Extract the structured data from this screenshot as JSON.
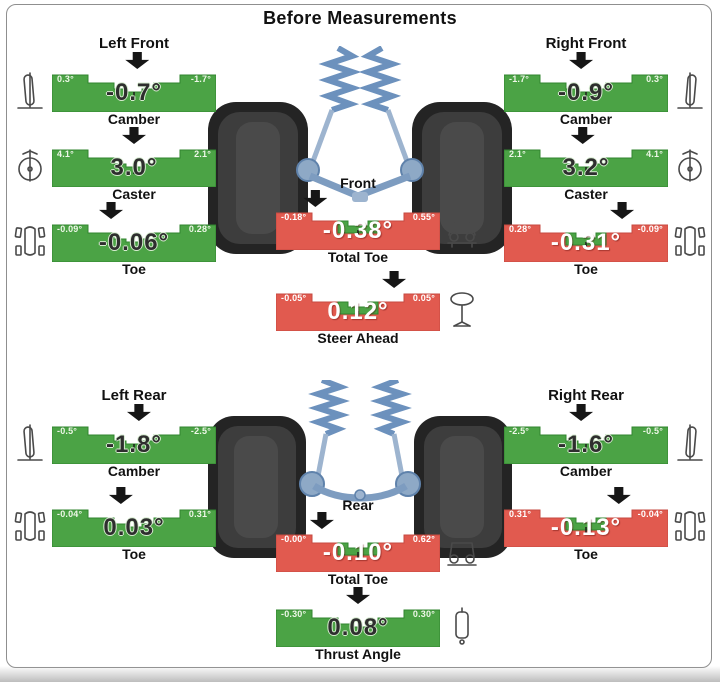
{
  "title": "Before Measurements",
  "colors": {
    "in_spec_green": "#4ba345",
    "out_of_spec_red": "#e15a4f",
    "arrow_black": "#161616"
  },
  "icons": [
    "camber-icon",
    "caster-icon",
    "toe-icon",
    "vehicle-front-icon",
    "steering-column-icon",
    "vehicle-rear-icon",
    "thrust-vehicle-icon"
  ],
  "front": {
    "left": {
      "heading": "Left Front",
      "camber": {
        "label": "Camber",
        "value": "-0.7°",
        "left_spec": "0.3°",
        "right_spec": "-1.7°",
        "status": "ok"
      },
      "caster": {
        "label": "Caster",
        "value": "3.0°",
        "left_spec": "4.1°",
        "right_spec": "2.1°",
        "status": "ok"
      },
      "toe": {
        "label": "Toe",
        "value": "-0.06°",
        "left_spec": "-0.09°",
        "right_spec": "0.28°",
        "status": "ok"
      }
    },
    "right": {
      "heading": "Right Front",
      "camber": {
        "label": "Camber",
        "value": "-0.9°",
        "left_spec": "-1.7°",
        "right_spec": "0.3°",
        "status": "ok"
      },
      "caster": {
        "label": "Caster",
        "value": "3.2°",
        "left_spec": "2.1°",
        "right_spec": "4.1°",
        "status": "ok"
      },
      "toe": {
        "label": "Toe",
        "value": "-0.31°",
        "left_spec": "0.28°",
        "right_spec": "-0.09°",
        "status": "alert"
      }
    },
    "axle_label": "Front",
    "total_toe": {
      "label": "Total Toe",
      "value": "-0.38°",
      "left_spec": "-0.18°",
      "right_spec": "0.55°",
      "status": "alert"
    },
    "steer_ahead": {
      "label": "Steer Ahead",
      "value": "0.12°",
      "left_spec": "-0.05°",
      "right_spec": "0.05°",
      "status": "alert"
    }
  },
  "rear": {
    "left": {
      "heading": "Left Rear",
      "camber": {
        "label": "Camber",
        "value": "-1.8°",
        "left_spec": "-0.5°",
        "right_spec": "-2.5°",
        "status": "ok"
      },
      "toe": {
        "label": "Toe",
        "value": "0.03°",
        "left_spec": "-0.04°",
        "right_spec": "0.31°",
        "status": "ok"
      }
    },
    "right": {
      "heading": "Right Rear",
      "camber": {
        "label": "Camber",
        "value": "-1.6°",
        "left_spec": "-2.5°",
        "right_spec": "-0.5°",
        "status": "ok"
      },
      "toe": {
        "label": "Toe",
        "value": "-0.13°",
        "left_spec": "0.31°",
        "right_spec": "-0.04°",
        "status": "alert"
      }
    },
    "axle_label": "Rear",
    "total_toe": {
      "label": "Total Toe",
      "value": "-0.10°",
      "left_spec": "-0.00°",
      "right_spec": "0.62°",
      "status": "alert"
    },
    "thrust_angle": {
      "label": "Thrust Angle",
      "value": "0.08°",
      "left_spec": "-0.30°",
      "right_spec": "0.30°",
      "status": "ok"
    }
  }
}
